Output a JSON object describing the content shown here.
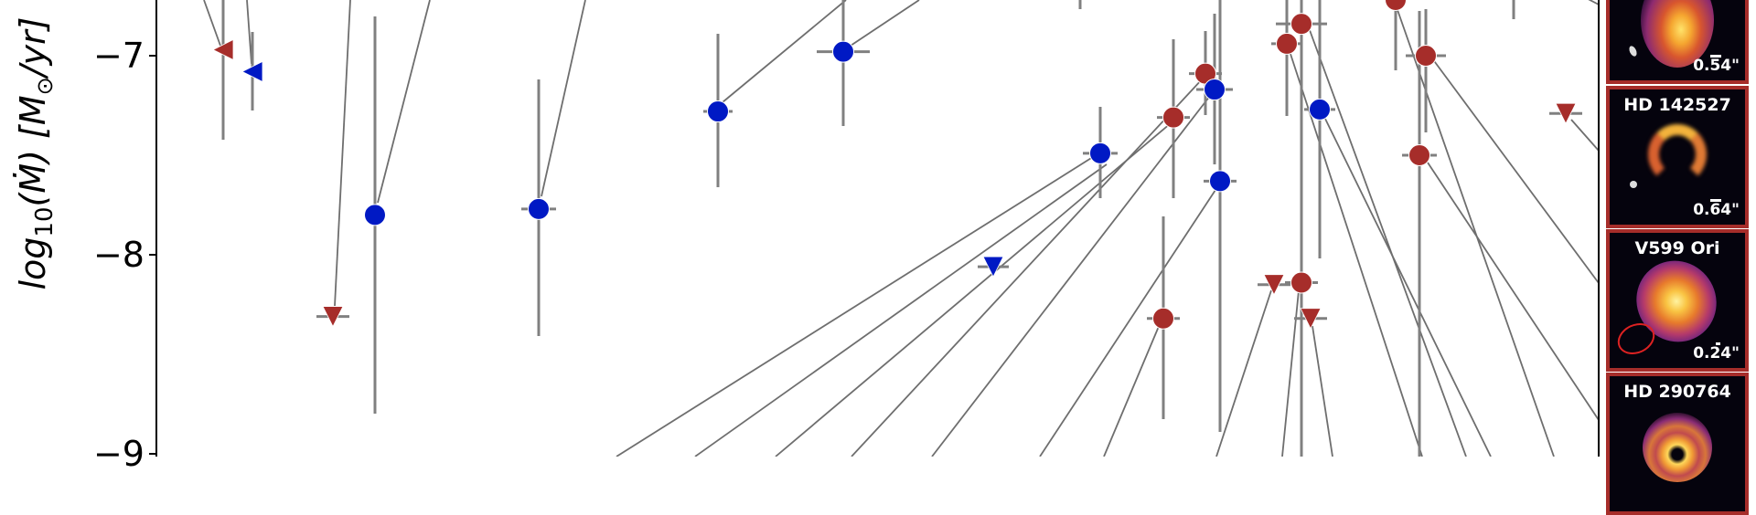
{
  "chart_data": {
    "type": "scatter",
    "title": "",
    "xlabel": "",
    "ylabel": "log10(Ṁ) [M☉/yr]",
    "ylabel_parts": {
      "pre": "log",
      "sub": "10",
      "mid": "(Ṁ) [M",
      "odot": "⊙",
      "post": "/yr]"
    },
    "yticks": [
      "−7",
      "−8",
      "−9"
    ],
    "ytick_values": [
      -7,
      -8,
      -9
    ],
    "ylim_visible": [
      -9.0,
      -6.72
    ],
    "grid": false,
    "legend": null,
    "series": [
      {
        "name": "red group",
        "color": "#a62d2a",
        "points": [
          {
            "px": 244,
            "y": -6.97,
            "marker": "triangle-left",
            "err_top": 0,
            "err_bot": 153
          },
          {
            "px": 364,
            "y": -8.31,
            "marker": "triangle-down",
            "xerr": 18
          },
          {
            "px": 1283,
            "y": -7.31,
            "marker": "circle",
            "err_top": 43,
            "err_bot": 217,
            "xerr": 18
          },
          {
            "px": 1272,
            "y": -8.32,
            "marker": "circle",
            "err_top": 237,
            "err_bot": 459,
            "xerr": 18
          },
          {
            "px": 1318,
            "y": -7.09,
            "marker": "circle",
            "err_top": 34,
            "err_bot": 126,
            "xerr": 18
          },
          {
            "px": 1393,
            "y": -8.15,
            "marker": "triangle-down",
            "xerr": 18
          },
          {
            "px": 1407,
            "y": -6.94,
            "marker": "circle",
            "err_top": 0,
            "err_bot": 127,
            "xerr": 17
          },
          {
            "px": 1423,
            "y": -6.84,
            "marker": "circle",
            "err_top": 0,
            "err_bot": 500,
            "xerr": 28
          },
          {
            "px": 1423,
            "y": -8.14,
            "marker": "circle",
            "err_top": 287,
            "err_bot": 500,
            "xerr": 18
          },
          {
            "px": 1433,
            "y": -8.32,
            "marker": "triangle-down",
            "xerr": 18
          },
          {
            "px": 1526,
            "y": -6.72,
            "marker": "circle",
            "err_top": 0,
            "err_bot": 77
          },
          {
            "px": 1559,
            "y": -7.0,
            "marker": "circle",
            "err_top": 10,
            "err_bot": 145,
            "xerr": 22
          },
          {
            "px": 1552,
            "y": -7.5,
            "marker": "circle",
            "err_top": 12,
            "err_bot": 500,
            "xerr": 19
          },
          {
            "px": 1712,
            "y": -7.29,
            "marker": "triangle-down",
            "xerr": 18
          }
        ]
      },
      {
        "name": "blue group",
        "color": "#0019c4",
        "points": [
          {
            "px": 276,
            "y": -7.08,
            "marker": "triangle-left",
            "err_top": 35,
            "err_bot": 121
          },
          {
            "px": 410,
            "y": -7.8,
            "marker": "circle",
            "err_top": 18,
            "err_bot": 453
          },
          {
            "px": 589,
            "y": -7.77,
            "marker": "circle",
            "err_top": 87,
            "err_bot": 368,
            "xerr": 19
          },
          {
            "px": 785,
            "y": -7.28,
            "marker": "circle",
            "err_top": 37,
            "err_bot": 205,
            "xerr": 16
          },
          {
            "px": 922,
            "y": -6.98,
            "marker": "circle",
            "err_top": 0,
            "err_bot": 138,
            "xerr": 29
          },
          {
            "px": 1086,
            "y": -8.06,
            "marker": "triangle-down",
            "xerr": 17
          },
          {
            "px": 1203,
            "y": -7.49,
            "marker": "circle",
            "err_top": 117,
            "err_bot": 217,
            "xerr": 19
          },
          {
            "px": 1328,
            "y": -7.17,
            "marker": "circle",
            "err_top": 15,
            "err_bot": 180,
            "xerr": 20
          },
          {
            "px": 1334,
            "y": -7.63,
            "marker": "circle",
            "err_top": 0,
            "err_bot": 473,
            "xerr": 18
          },
          {
            "px": 1443,
            "y": -7.27,
            "marker": "circle",
            "err_top": 0,
            "err_bot": 283,
            "xerr": 17
          }
        ]
      }
    ],
    "stray_errbars": [
      {
        "px": 1181,
        "top": 0,
        "bot": 10
      },
      {
        "px": 1655,
        "top": 0,
        "bot": 21
      }
    ],
    "connector_lines": [
      [
        223,
        0,
        241,
        50
      ],
      [
        270,
        0,
        275,
        70
      ],
      [
        383,
        0,
        366,
        335
      ],
      [
        470,
        0,
        413,
        222
      ],
      [
        640,
        0,
        592,
        215
      ],
      [
        925,
        0,
        790,
        112
      ],
      [
        1005,
        0,
        930,
        50
      ],
      [
        674,
        500,
        1198,
        170
      ],
      [
        760,
        500,
        1210,
        180
      ],
      [
        848,
        500,
        1280,
        135
      ],
      [
        931,
        500,
        1315,
        86
      ],
      [
        1019,
        500,
        1323,
        105
      ],
      [
        1137,
        500,
        1331,
        205
      ],
      [
        1207,
        500,
        1268,
        355
      ],
      [
        1330,
        500,
        1390,
        318
      ],
      [
        1402,
        500,
        1420,
        318
      ],
      [
        1457,
        500,
        1435,
        357
      ],
      [
        1555,
        500,
        1410,
        56
      ],
      [
        1603,
        500,
        1432,
        33
      ],
      [
        1630,
        500,
        1448,
        128
      ],
      [
        1699,
        500,
        1527,
        8
      ],
      [
        1748,
        460,
        1561,
        178
      ],
      [
        1748,
        310,
        1566,
        64
      ],
      [
        1748,
        165,
        1718,
        131
      ],
      [
        1748,
        5,
        1700,
        -20
      ]
    ]
  },
  "image_panels": [
    {
      "title": "",
      "scale": "0.54\"",
      "beam": "ellipse-small",
      "morphology": "ring-disk"
    },
    {
      "title": "HD 142527",
      "scale": "0.64\"",
      "beam": "dot",
      "morphology": "horseshoe"
    },
    {
      "title": "V599 Ori",
      "scale": "0.24\"",
      "beam": "red-ellipse",
      "morphology": "compact-blob"
    },
    {
      "title": "HD 290764",
      "scale": "",
      "beam": "",
      "morphology": "ring"
    }
  ],
  "colors": {
    "red": "#a62d2a",
    "blue": "#0019c4",
    "errorbar": "#808080",
    "connector": "#6e6e6e",
    "panel_bg": "#05030d",
    "panel_border": "#a62d2a"
  }
}
